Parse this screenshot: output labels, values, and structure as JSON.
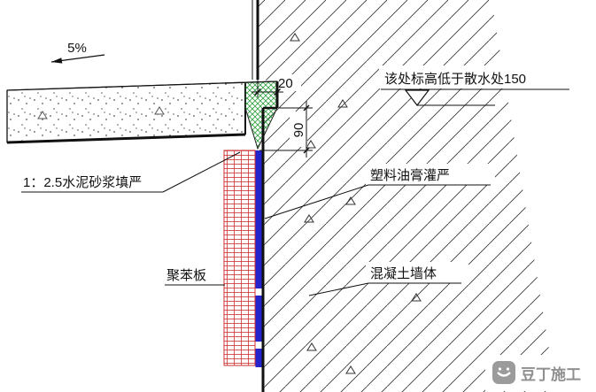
{
  "labels": {
    "slope": "5%",
    "dim_groove_width": "20",
    "dim_groove_depth": "90",
    "elevation_note": "该处标高低于散水处150",
    "mortar_note": "1：2.5水泥砂浆填严",
    "sealant_note": "塑料油膏灌严",
    "polystyrene_note": "聚苯板",
    "wall_note": "混凝土墙体"
  },
  "watermark": {
    "text": "豆丁施工"
  },
  "colors": {
    "mortar_green": "#2e9e3e",
    "polystyrene_red": "#cc3030",
    "sealant_blue": "#2424cc",
    "watermark_gray": "#8f8f8f",
    "watermark_icon_gray": "#9b9b9b",
    "line_black": "#111111"
  }
}
